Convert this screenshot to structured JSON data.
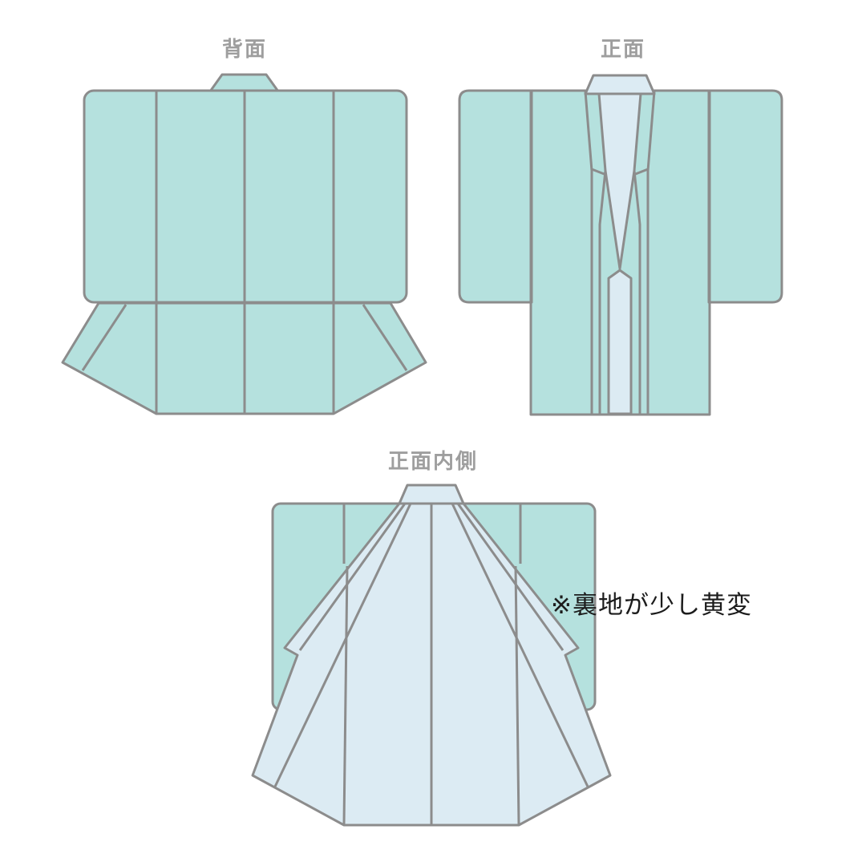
{
  "views": [
    {
      "id": "back",
      "label": "背面"
    },
    {
      "id": "front",
      "label": "正面"
    },
    {
      "id": "front-inside",
      "label": "正面内側"
    }
  ],
  "annotation": {
    "text": "※裏地が少し黄変"
  },
  "colors": {
    "garment": "#b5e1de",
    "lining": "#dcebf3",
    "outline": "#8c8c8c",
    "label": "#9e9e9e",
    "annotation": "#1c1c1c",
    "background": "#ffffff"
  }
}
